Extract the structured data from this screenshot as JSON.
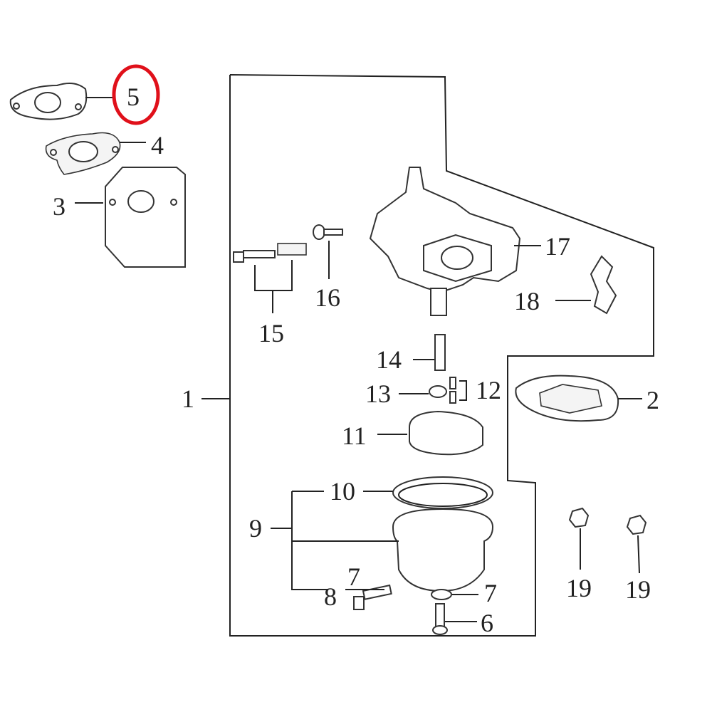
{
  "diagram": {
    "highlight_color": "#e0101a",
    "highlighted_part": "5",
    "labels": {
      "p1": "1",
      "p2": "2",
      "p3": "3",
      "p4": "4",
      "p5": "5",
      "p6": "6",
      "p7a": "7",
      "p7b": "7",
      "p8": "8",
      "p9": "9",
      "p10": "10",
      "p11": "11",
      "p12": "12",
      "p13": "13",
      "p14": "14",
      "p15": "15",
      "p16": "16",
      "p17": "17",
      "p18": "18",
      "p19a": "19",
      "p19b": "19"
    }
  }
}
